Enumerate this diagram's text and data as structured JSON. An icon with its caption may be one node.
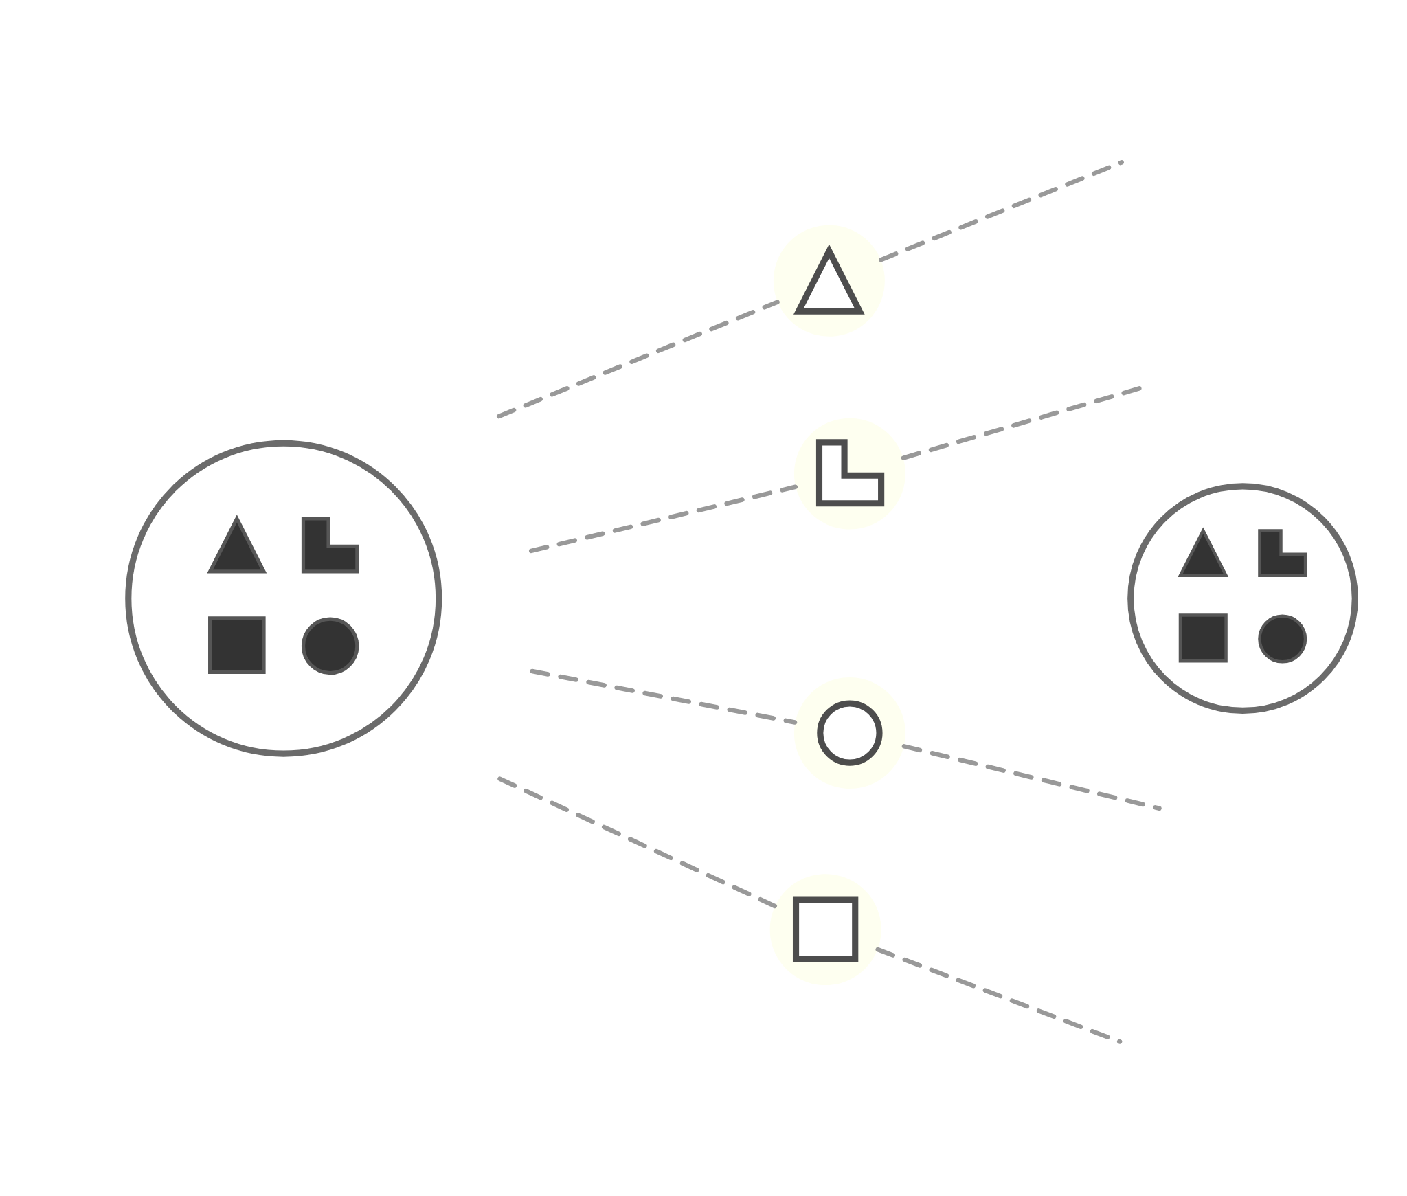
{
  "diagram": {
    "nodes": [
      {
        "text": [],
        "shape": "circle"
      },
      {
        "text": [],
        "shape": "circle"
      },
      {
        "text": [],
        "shape": "circle"
      },
      {
        "text": [],
        "shape": "circle"
      },
      {
        "text": [],
        "shape": "circle"
      },
      {
        "text": [],
        "shape": "circle"
      }
    ],
    "edges": [
      {
        "from": null,
        "to": 1,
        "arrow": "none",
        "style": "dashed"
      },
      {
        "from": 1,
        "to": null,
        "arrow": "none",
        "style": "dashed"
      },
      {
        "from": null,
        "to": 2,
        "arrow": "none",
        "style": "dashed"
      },
      {
        "from": 2,
        "to": null,
        "arrow": "none",
        "style": "dashed"
      },
      {
        "from": null,
        "to": 3,
        "arrow": "none",
        "style": "dashed"
      },
      {
        "from": 3,
        "to": null,
        "arrow": "none",
        "style": "dashed"
      },
      {
        "from": null,
        "to": 4,
        "arrow": "none",
        "style": "dashed"
      },
      {
        "from": 4,
        "to": null,
        "arrow": "none",
        "style": "dashed"
      }
    ]
  }
}
